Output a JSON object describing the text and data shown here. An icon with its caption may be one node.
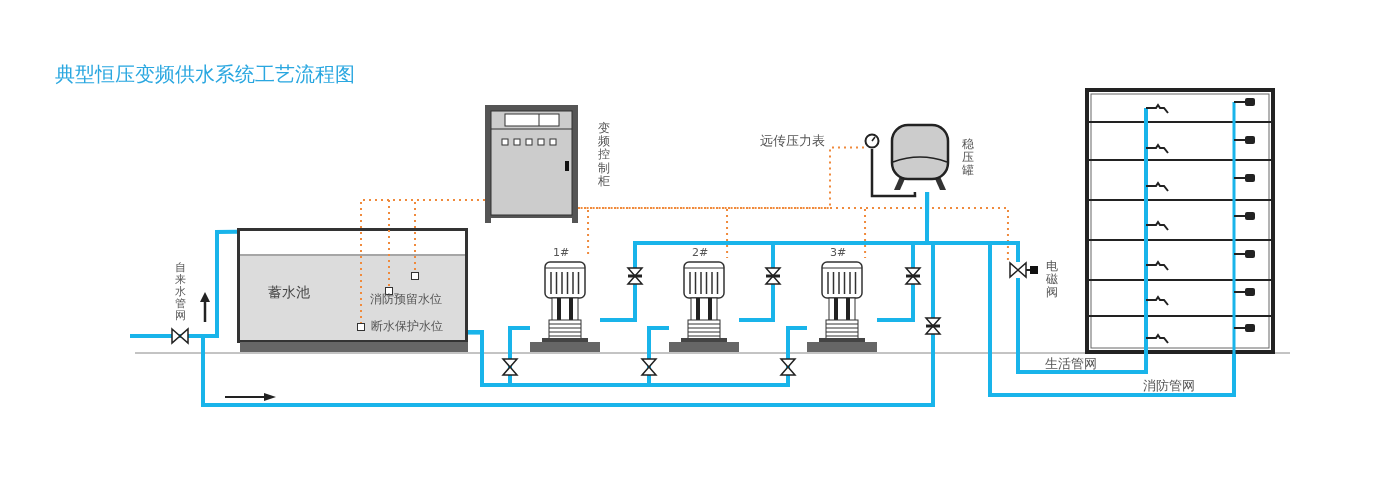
{
  "diagram": {
    "title": "典型恒压变频供水系统工艺流程图",
    "nodes": [
      {
        "text": [
          "蓄水池"
        ]
      },
      {
        "text": [],
        "shape": "box",
        "in": 0
      },
      {
        "text": [],
        "shape": "box",
        "in": 0,
        "beside": [
          "消防预留水位"
        ]
      },
      {
        "text": [],
        "shape": "box",
        "in": 0,
        "beside": [
          "断水保护水位"
        ]
      },
      {
        "text": [],
        "shape": "picture",
        "beside": [
          "变频控制柜"
        ]
      },
      {
        "text": [],
        "shape": "picture",
        "beside": [
          "1#"
        ]
      },
      {
        "text": [],
        "shape": "picture",
        "beside": [
          "2#"
        ]
      },
      {
        "text": [],
        "shape": "picture",
        "beside": [
          "3#"
        ]
      },
      {
        "text": [],
        "shape": "circle",
        "beside": [
          "远传压力表"
        ]
      },
      {
        "text": [],
        "shape": "picture",
        "beside": [
          "稳压罐"
        ]
      },
      {
        "text": [],
        "shape": "picture",
        "beside": [
          "电磁阀"
        ]
      },
      {
        "text": [],
        "shape": "picture"
      }
    ],
    "edges": [
      {
        "from": 4,
        "to": 1,
        "arrow": "none",
        "style": "dashed",
        "color": "#f08a3c"
      },
      {
        "from": 4,
        "to": 2,
        "arrow": "none",
        "style": "dashed",
        "color": "#f08a3c"
      },
      {
        "from": 4,
        "to": 3,
        "arrow": "none",
        "style": "dashed",
        "color": "#f08a3c"
      },
      {
        "from": 4,
        "to": 5,
        "arrow": "none",
        "style": "dashed",
        "color": "#f08a3c"
      },
      {
        "from": 4,
        "to": 6,
        "arrow": "none",
        "style": "dashed",
        "color": "#f08a3c"
      },
      {
        "from": 4,
        "to": 7,
        "arrow": "none",
        "style": "dashed",
        "color": "#f08a3c"
      },
      {
        "from": 8,
        "to": 4,
        "arrow": "none",
        "style": "dashed",
        "color": "#f08a3c"
      },
      {
        "from": 4,
        "to": 10,
        "arrow": "none",
        "style": "dashed",
        "color": "#f08a3c"
      },
      {
        "from": 8,
        "to": 9,
        "arrow": "none",
        "color": "#222222"
      },
      {
        "from": 0,
        "to": 5,
        "arrow": "none"
      },
      {
        "from": 0,
        "to": 6,
        "arrow": "none"
      },
      {
        "from": 0,
        "to": 7,
        "arrow": "none"
      },
      {
        "from": 5,
        "to": 9,
        "arrow": "none"
      },
      {
        "from": 6,
        "to": 9,
        "arrow": "none"
      },
      {
        "from": 7,
        "to": 9,
        "arrow": "none"
      },
      {
        "from": 9,
        "to": 10,
        "arrow": "none"
      },
      {
        "from": 10,
        "to": 11,
        "arrow": "none"
      },
      {
        "from": 9,
        "to": 11,
        "arrow": "none"
      },
      {
        "from": null,
        "to": 0,
        "arrow": "none"
      },
      {
        "from": null,
        "to": 9,
        "arrow": "none"
      }
    ],
    "labels": [
      "自来水管网",
      "生活管网",
      "消防管网"
    ]
  }
}
